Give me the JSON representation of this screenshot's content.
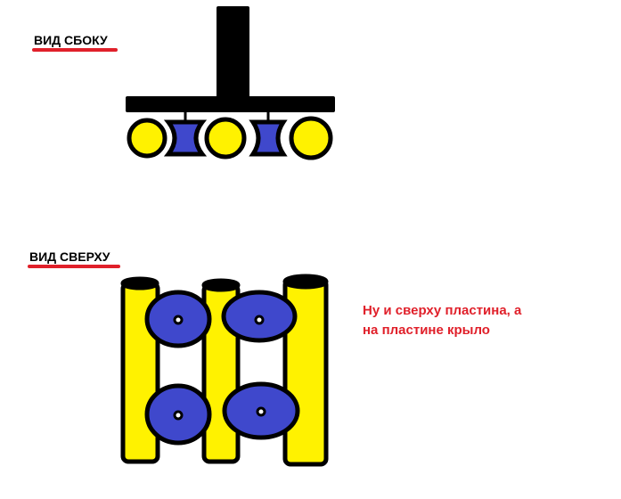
{
  "side_view": {
    "label": "ВИД СБОКУ"
  },
  "top_view": {
    "label": "ВИД СВЕРХУ"
  },
  "note": {
    "line1": "Ну и сверху пластина, а",
    "line2": "на пластине крыло"
  },
  "colors": {
    "yellow": "#fff200",
    "blue": "#3f48cc",
    "red": "#e0202a",
    "outline": "#000000"
  }
}
